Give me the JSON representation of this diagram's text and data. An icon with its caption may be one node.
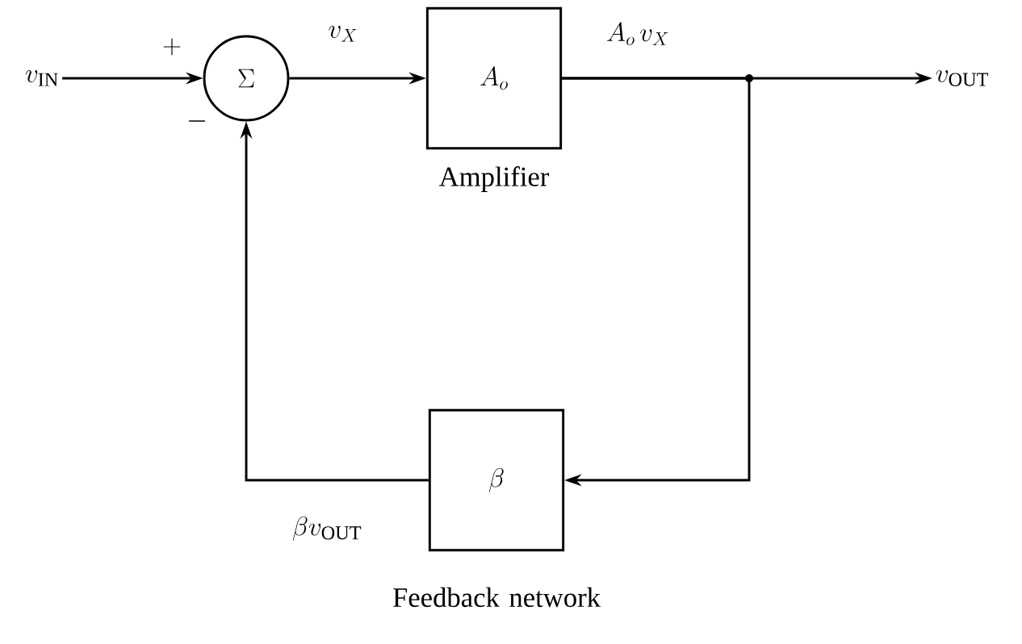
{
  "diagram": {
    "nodes": [
      {
        "text": [
          "v_{\\mathrm{IN}}"
        ]
      },
      {
        "text": [
          "\\Sigma"
        ]
      },
      {
        "text": [
          "A_o",
          "Amplifier"
        ]
      },
      {
        "text": [
          "v_{\\mathrm{OUT}}"
        ]
      },
      {
        "text": [
          "\\beta",
          "Feedback network"
        ]
      }
    ],
    "edges": [
      {
        "from": 0,
        "to": 1,
        "arrow": "to"
      },
      {
        "from": 1,
        "to": 2,
        "arrow": "to",
        "label": "v_X"
      },
      {
        "from": 2,
        "to": 3,
        "arrow": "to",
        "label": "A_o\\,v_X"
      },
      {
        "from": 2,
        "to": 4,
        "arrow": "to"
      },
      {
        "from": 4,
        "to": 1,
        "arrow": "to",
        "label": "\\beta v_{\\mathrm{OUT}}"
      }
    ],
    "labels": [
      "+",
      "-"
    ]
  }
}
